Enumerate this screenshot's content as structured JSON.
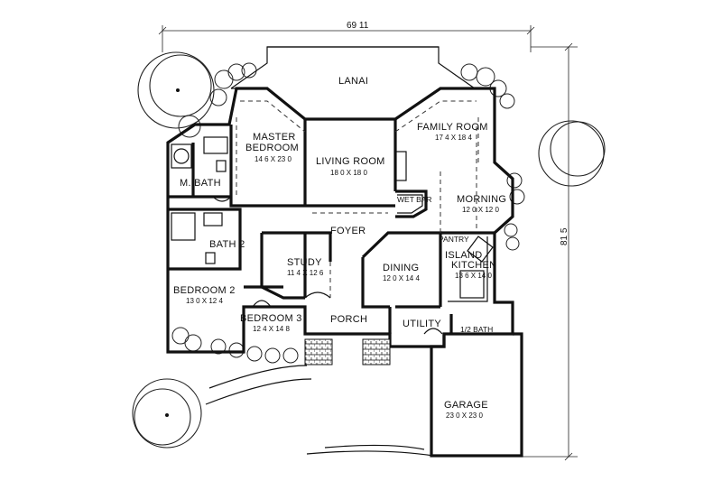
{
  "dimensions": {
    "width": "69 11",
    "depth": "81 5"
  },
  "rooms": {
    "lanai": {
      "name": "LANAI"
    },
    "master_bedroom": {
      "name_line1": "MASTER",
      "name_line2": "BEDROOM",
      "size": "14 6 X 23 0"
    },
    "living_room": {
      "name": "LIVING ROOM",
      "size": "18 0 X 18 0"
    },
    "family_room": {
      "name": "FAMILY ROOM",
      "size": "17 4 X 18 4"
    },
    "master_bath": {
      "name": "M. BATH"
    },
    "wet_bar": {
      "name": "WET BAR"
    },
    "morning": {
      "name": "MORNING",
      "size": "12 0 X 12 0"
    },
    "foyer": {
      "name": "FOYER"
    },
    "pantry": {
      "name": "PANTRY"
    },
    "bedroom2": {
      "name": "BEDROOM 2",
      "size": "13 0 X 12 4"
    },
    "bath2": {
      "name": "BATH 2"
    },
    "study": {
      "name": "STUDY",
      "size": "11 4 X 12 6"
    },
    "dining": {
      "name": "DINING",
      "size": "12 0 X 14 4"
    },
    "kitchen": {
      "name_line1": "ISLAND",
      "name_line2": "KITCHEN",
      "size": "13 6 X 14 0"
    },
    "bedroom3": {
      "name": "BEDROOM 3",
      "size": "12 4 X 14 8"
    },
    "porch": {
      "name": "PORCH"
    },
    "utility": {
      "name": "UTILITY"
    },
    "half_bath": {
      "name": "1/2 BATH"
    },
    "garage": {
      "name": "GARAGE",
      "size": "23 0 X 23 0"
    }
  }
}
